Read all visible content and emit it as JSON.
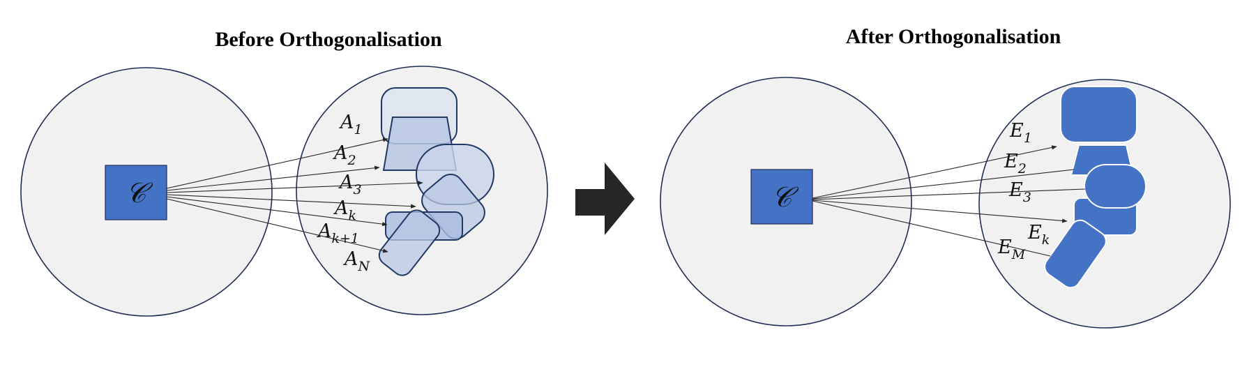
{
  "left_panel": {
    "title": "Before Orthogonalisation",
    "concept_symbol": "𝒞",
    "labels": [
      {
        "base": "A",
        "sub": "1"
      },
      {
        "base": "A",
        "sub": "2"
      },
      {
        "base": "A",
        "sub": "3"
      },
      {
        "base": "A",
        "sub": "k"
      },
      {
        "base": "A",
        "sub": "k+1"
      },
      {
        "base": "A",
        "sub": "N"
      }
    ]
  },
  "right_panel": {
    "title": "After Orthogonalisation",
    "concept_symbol": "𝒞",
    "labels": [
      {
        "base": "E",
        "sub": "1"
      },
      {
        "base": "E",
        "sub": "2"
      },
      {
        "base": "E",
        "sub": "3"
      },
      {
        "base": "E",
        "sub": "k"
      },
      {
        "base": "E",
        "sub": "M"
      }
    ]
  },
  "colors": {
    "circle_fill": "#f1f1f1",
    "circle_stroke": "#1f2d52",
    "concept_fill": "#4472c4",
    "overlap_shape_fill": "#b8c7e3",
    "ortho_shape_fill": "#4472c4",
    "arrow": "#262626"
  },
  "icons": {
    "transition": "right-arrow-icon"
  }
}
